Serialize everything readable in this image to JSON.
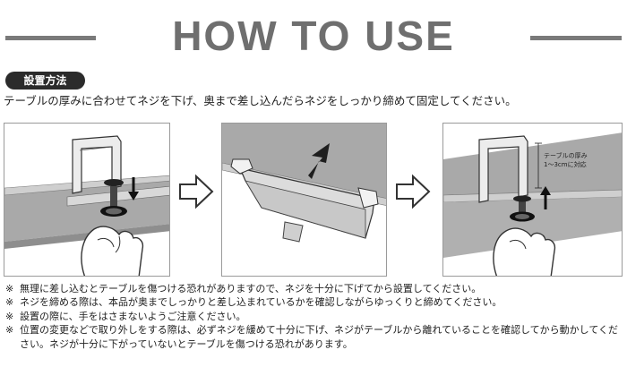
{
  "title": "HOW TO USE",
  "section_badge": "設置方法",
  "lead_text": "テーブルの厚みに合わせてネジを下げ、奥まで差し込んだらネジをしっかり締めて固定してください。",
  "step3_label": {
    "line1": "テーブルの厚み",
    "line2": "1～3cmに対応"
  },
  "notes": [
    {
      "mark": "※",
      "text": "無理に差し込むとテーブルを傷つける恐れがありますので、ネジを十分に下げてから設置してください。"
    },
    {
      "mark": "※",
      "text": "ネジを締める際は、本品が奥までしっかりと差し込まれているかを確認しながらゆっくりと締めてください。"
    },
    {
      "mark": "※",
      "text": "設置の際に、手をはさまないようご注意ください。"
    },
    {
      "mark": "※",
      "text": "位置の変更などで取り外しをする際は、必ずネジを緩めて十分に下げ、ネジがテーブルから離れていることを確認してから動かしてください。ネジが十分に下がっていないとテーブルを傷つける恐れがあります。"
    }
  ],
  "colors": {
    "heading_gray": "#6f6f6f",
    "badge_bg": "#2b2b2b",
    "table_gray": "#a8a8a8",
    "arrow_dark": "#1e1e1e"
  },
  "icons": [
    "right-arrow-icon",
    "up-arrow-icon",
    "down-arrow-icon"
  ]
}
